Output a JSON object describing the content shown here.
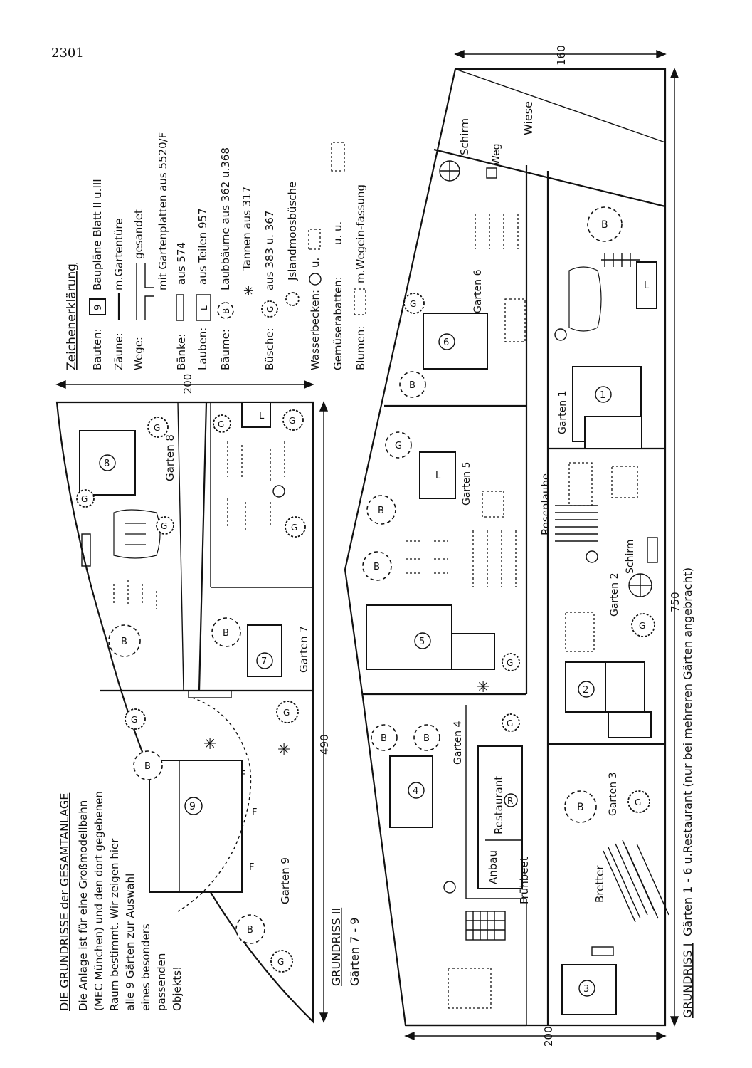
{
  "page_number": "2301",
  "legend": {
    "title": "Zeichenerklärung",
    "items": [
      {
        "label": "Bauten:",
        "desc": "Baupläne Blatt II u.III",
        "symbol": "9"
      },
      {
        "label": "Zäune:",
        "desc": "m.Gartentüre"
      },
      {
        "label": "Wege:",
        "desc": "gesandet"
      },
      {
        "label": "",
        "desc": "mit Gartenplatten aus 5520/F"
      },
      {
        "label": "Bänke:",
        "desc": "aus 574"
      },
      {
        "label": "Lauben:",
        "desc": "aus Teilen 957",
        "symbol": "L"
      },
      {
        "label": "Bäume:",
        "desc": "Laubbäume aus 362 u.368",
        "symbol": "B"
      },
      {
        "label": "",
        "desc": "Tannen aus 317"
      },
      {
        "label": "Büsche:",
        "desc": "aus 383 u. 367",
        "symbol": "G"
      },
      {
        "label": "",
        "desc": "Jslandmoosbüsche"
      },
      {
        "label": "Wasserbecken:",
        "desc": "u."
      },
      {
        "label": "Gemüserabatten:",
        "desc": "u.  u."
      },
      {
        "label": "Blumen:",
        "desc": "m.Wegein-fassung"
      }
    ]
  },
  "description": {
    "title": "DIE GRUNDRISSE der GESAMTANLAGE",
    "lines": [
      "Die Anlage ist für eine Großmodellbahn",
      "(MEC München) und den dort gegebenen",
      "Raum bestimmt. Wir zeigen hier",
      "alle 9 Gärten zur Auswahl",
      "eines besonders",
      "passenden",
      "Objekts!"
    ]
  },
  "plan2": {
    "title": "GRUNDRISS II",
    "subtitle": "Gärten 7 - 9"
  },
  "plan1": {
    "title": "GRUNDRISS I",
    "subtitle": "Gärten 1 - 6 u.Restaurant (nur bei mehreren Gärten angebracht)"
  },
  "dimensions": {
    "plan2_width": "200",
    "plan2_length": "490",
    "plan1_width": "200",
    "plan1_length": "750",
    "wiese_width": "160"
  },
  "gardens": {
    "g1": "Garten 1",
    "g2": "Garten 2",
    "g3": "Garten 3",
    "g4": "Garten 4",
    "g5": "Garten 5",
    "g6": "Garten 6",
    "g7": "Garten 7",
    "g8": "Garten 8",
    "g9": "Garten 9"
  },
  "buildings": [
    "1",
    "2",
    "3",
    "4",
    "5",
    "6",
    "7",
    "8",
    "9"
  ],
  "labels": {
    "restaurant": "Restaurant",
    "restaurant_symbol": "R",
    "anbau": "Anbau",
    "fruehbeet": "Frühbeet",
    "rosenlaube": "Rosenlaube",
    "schirm": "Schirm",
    "schirm2": "Schirm",
    "weg": "Weg",
    "wiese": "Wiese",
    "bretter": "Bretter",
    "tree": "B",
    "bush": "G",
    "arbor": "L",
    "fountain": "F"
  }
}
